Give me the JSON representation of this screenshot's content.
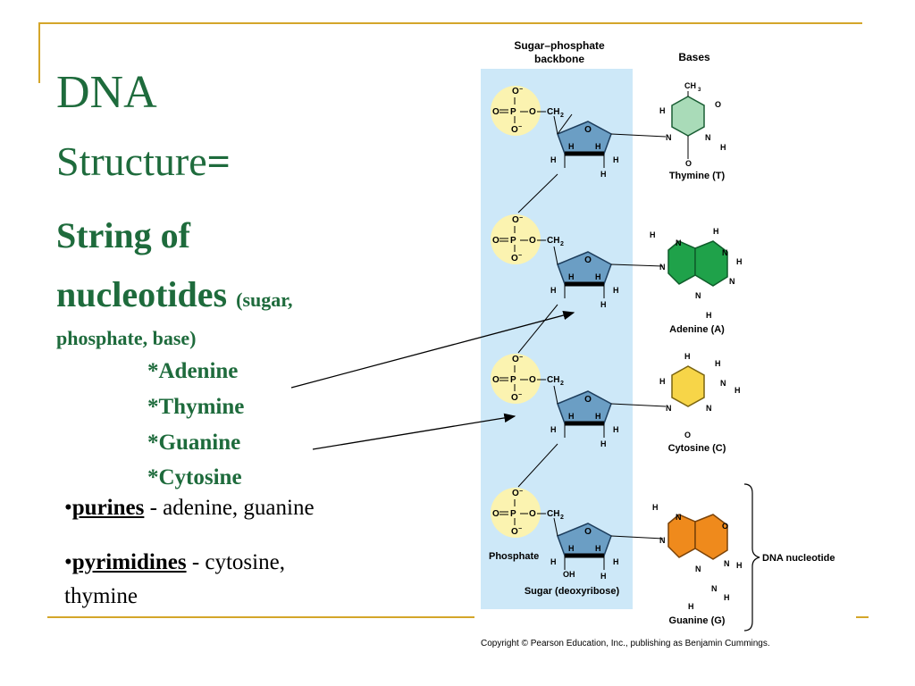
{
  "slide": {
    "title_dna": "DNA",
    "title_structure": "Structure",
    "title_equals": "=",
    "subtitle_line1": "String of",
    "subtitle_line2": "nucleotides",
    "subtitle_paren1": "(sugar,",
    "subtitle_paren2": "phosphate, base)",
    "bases": [
      "*Adenine",
      "*Thymine",
      "*Guanine",
      "*Cytosine"
    ],
    "purines_label": "purines",
    "purines_text": " - adenine, guanine",
    "pyrimidines_label": "pyrimidines",
    "pyrimidines_text": " - cytosine,",
    "pyrimidines_text2": "thymine",
    "bullet": "•"
  },
  "figure": {
    "header_backbone_1": "Sugar–phosphate",
    "header_backbone_2": "backbone",
    "header_bases": "Bases",
    "base_names": [
      "Thymine (T)",
      "Adenine (A)",
      "Cytosine (C)",
      "Guanine (G)"
    ],
    "phosphate_label": "Phosphate",
    "sugar_label": "Sugar (deoxyribose)",
    "nucleotide_label": "DNA nucleotide",
    "copyright": "Copyright © Pearson Education, Inc., publishing as Benjamin Cummings.",
    "colors": {
      "backbone_bg": "#cde8f8",
      "phosphate": "#fbf3b0",
      "sugar": "#6b9ec4",
      "thymine": "#a9dbb8",
      "adenine": "#1fa24a",
      "cytosine": "#f7d548",
      "guanine": "#ef8a1c",
      "title_green": "#1e6b3c",
      "rule_gold": "#d4a62a"
    }
  }
}
